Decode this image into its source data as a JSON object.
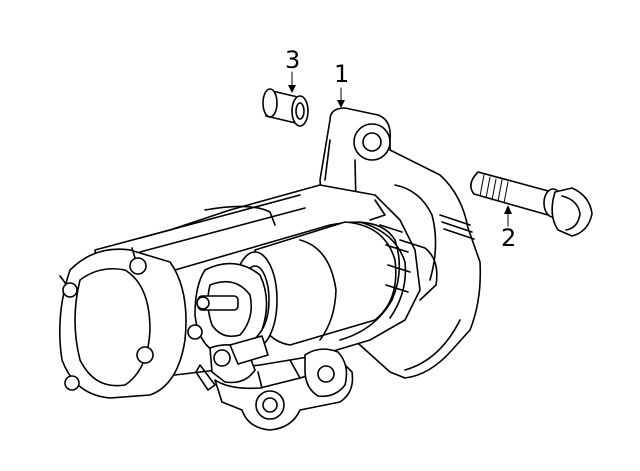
{
  "callouts": [
    {
      "id": "1",
      "label": "1"
    },
    {
      "id": "2",
      "label": "2"
    },
    {
      "id": "3",
      "label": "3"
    }
  ],
  "colors": {
    "line": "#000000",
    "background": "#ffffff"
  },
  "parts": [
    "starter-motor",
    "mounting-bolt",
    "dowel-sleeve"
  ]
}
